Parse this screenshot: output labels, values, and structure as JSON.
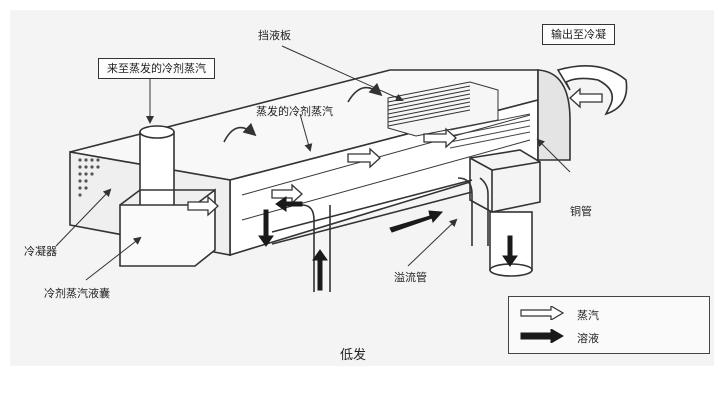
{
  "labels": {
    "vapor_from_evaporator": "来至蒸发的冷剂蒸汽",
    "baffle_plate": "挡液板",
    "output_to_condenser": "输出至冷凝",
    "evaporated_refrigerant_vapor": "蒸发的冷剂蒸汽",
    "copper_tube": "铜管",
    "condenser": "冷凝器",
    "refrigerant_vapor_sac": "冷剂蒸汽液囊",
    "overflow_pipe": "溢流管"
  },
  "caption": "低发",
  "legend": {
    "items": [
      {
        "label": "蒸汽",
        "style": "hollow"
      },
      {
        "label": "溶液",
        "style": "solid"
      }
    ]
  },
  "colors": {
    "line": "#333333",
    "fill": "#ffffff",
    "shade": "#dcdcdc",
    "solid_arrow": "#1a1a1a"
  }
}
